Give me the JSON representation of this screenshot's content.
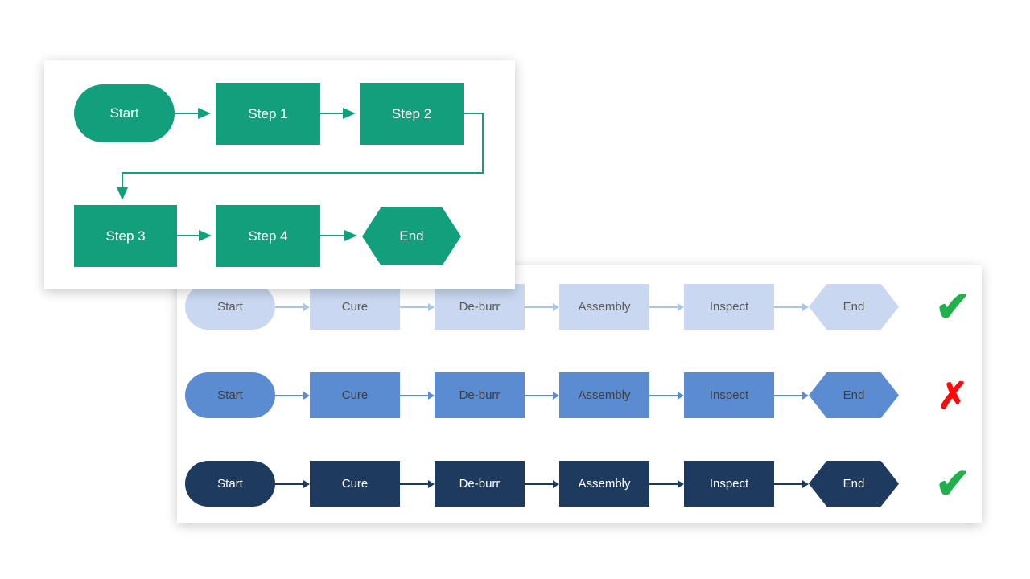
{
  "colors": {
    "green": "#12A07C",
    "light_blue": "#C9D8F0",
    "light_blue_arrow": "#A9C6E9",
    "medium_blue": "#5B8BD1",
    "dark_navy": "#1F3A5F",
    "check_green": "#21B14C",
    "x_red": "#FF0A0A"
  },
  "top_flowchart": {
    "nodes": {
      "start": "Start",
      "step1": "Step 1",
      "step2": "Step 2",
      "step3": "Step 3",
      "step4": "Step 4",
      "end": "End"
    }
  },
  "process_panel": {
    "steps": [
      "Start",
      "Cure",
      "De-burr",
      "Assembly",
      "Inspect",
      "End"
    ],
    "rows": [
      {
        "variant": "light",
        "result": "check",
        "result_glyph": "✔"
      },
      {
        "variant": "medium",
        "result": "x",
        "result_glyph": "✗"
      },
      {
        "variant": "dark",
        "result": "check",
        "result_glyph": "✔"
      }
    ]
  }
}
